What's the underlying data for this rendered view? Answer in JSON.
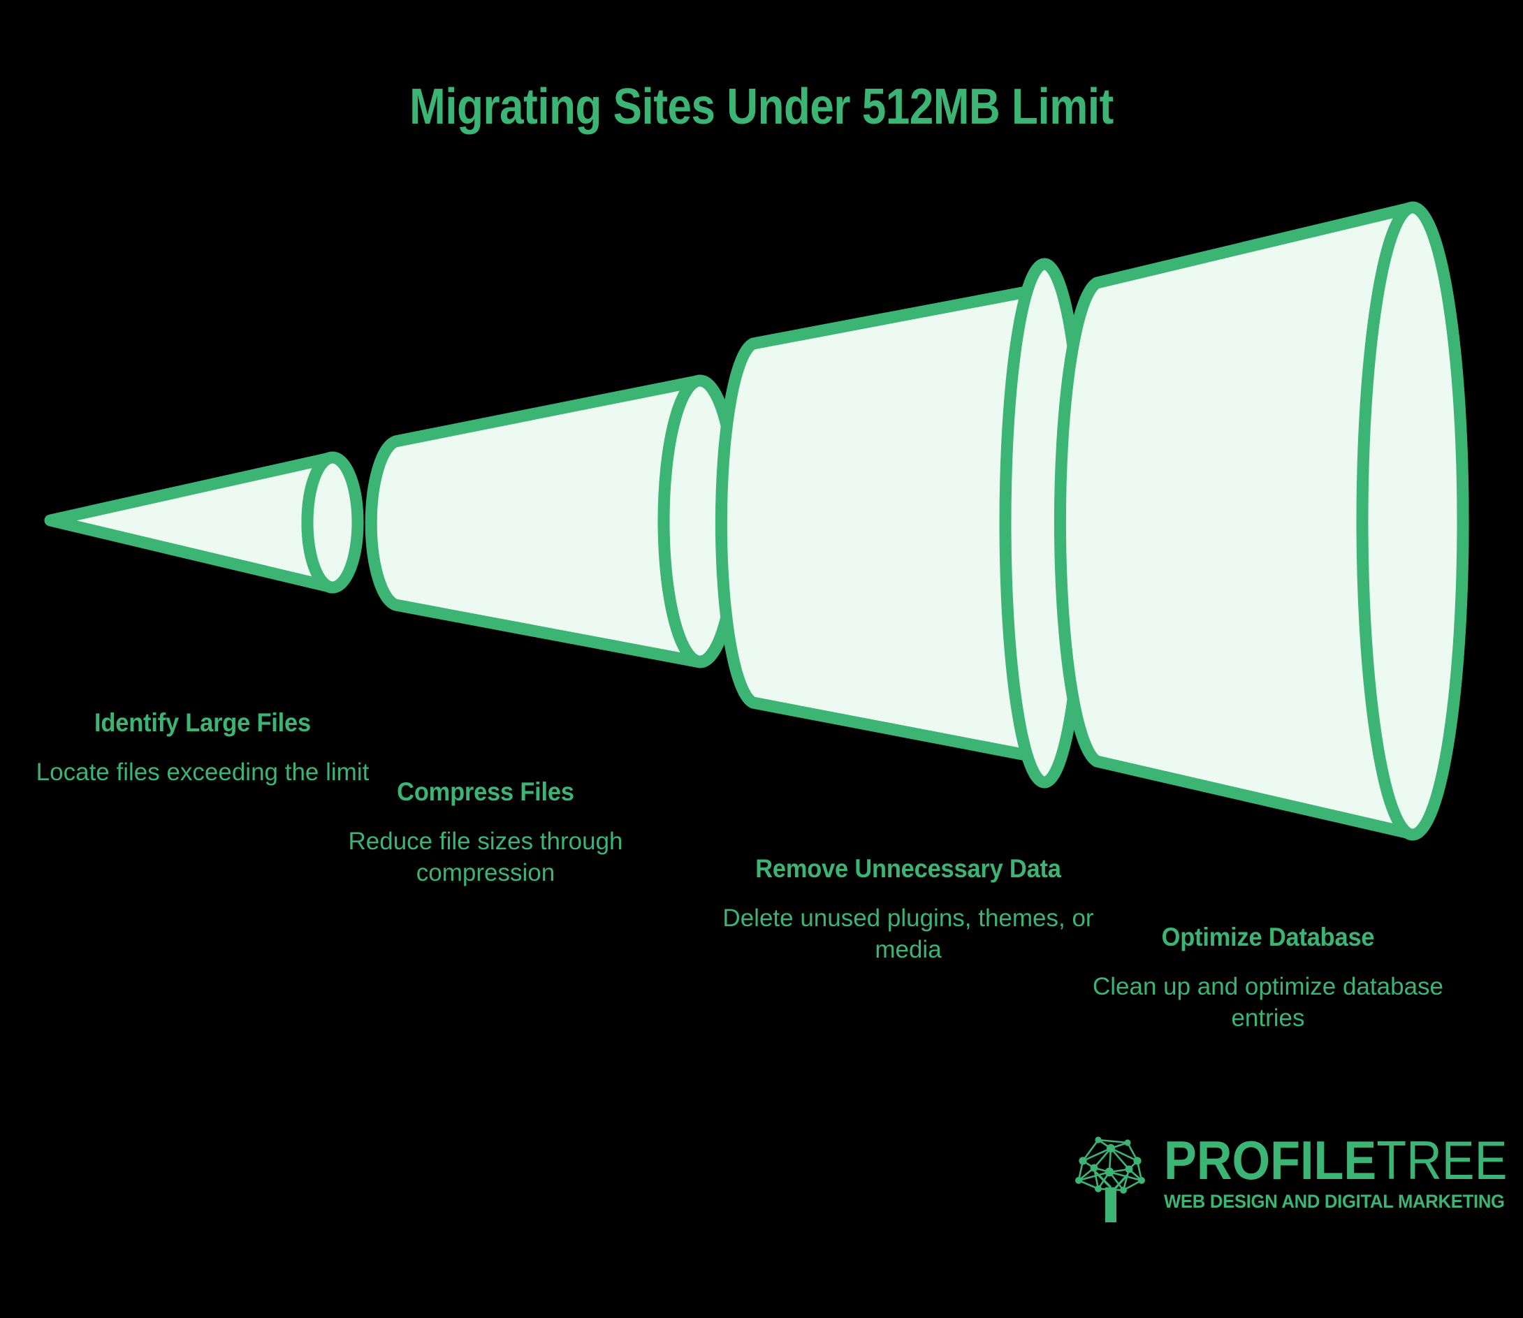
{
  "title": "Migrating Sites Under 512MB Limit",
  "colors": {
    "background": "#000000",
    "accent_green": "#3cb474",
    "funnel_fill": "#edfaf1",
    "funnel_stroke": "#3cb474"
  },
  "steps": [
    {
      "title": "Identify Large Files",
      "description": "Locate files exceeding the limit"
    },
    {
      "title": "Compress Files",
      "description": "Reduce file sizes through compression"
    },
    {
      "title": "Remove Unnecessary Data",
      "description": "Delete unused plugins, themes, or media"
    },
    {
      "title": "Optimize Database",
      "description": "Clean up and optimize database entries"
    }
  ],
  "logo": {
    "word_bold": "PROFILE",
    "word_light": "TREE",
    "tagline": "WEB DESIGN AND DIGITAL MARKETING",
    "mark": "tree-network-icon"
  },
  "chart_data": {
    "type": "funnel",
    "title": "Migrating Sites Under 512MB Limit",
    "orientation": "horizontal-expanding",
    "stages": [
      {
        "label": "Identify Large Files",
        "detail": "Locate files exceeding the limit",
        "order": 1
      },
      {
        "label": "Compress Files",
        "detail": "Reduce file sizes through compression",
        "order": 2
      },
      {
        "label": "Remove Unnecessary Data",
        "detail": "Delete unused plugins, themes, or media",
        "order": 3
      },
      {
        "label": "Optimize Database",
        "detail": "Clean up and optimize database entries",
        "order": 4
      }
    ]
  }
}
